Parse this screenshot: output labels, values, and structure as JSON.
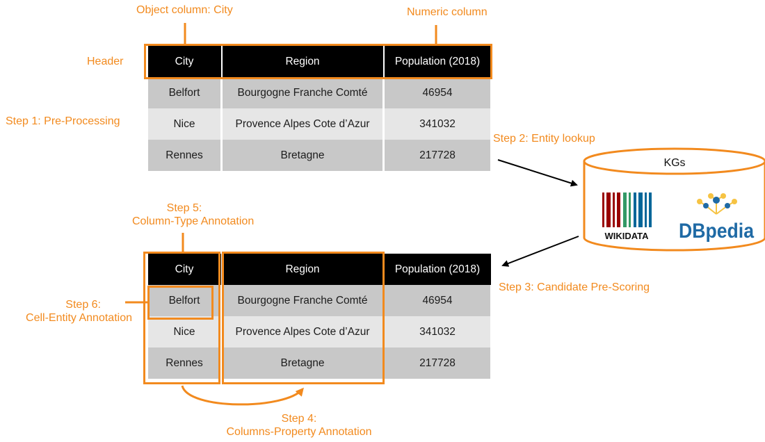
{
  "labels": {
    "object_column": "Object column: City",
    "numeric_column": "Numeric column",
    "header": "Header",
    "step1": "Step 1: Pre-Processing",
    "step2": "Step 2: Entity lookup",
    "step3": "Step 3: Candidate Pre-Scoring",
    "step4_line1": "Step 4:",
    "step4_line2": "Columns-Property Annotation",
    "step5_line1": "Step 5:",
    "step5_line2": "Column-Type Annotation",
    "step6_line1": "Step 6:",
    "step6_line2": "Cell-Entity Annotation"
  },
  "table": {
    "headers": [
      "City",
      "Region",
      "Population (2018)"
    ],
    "rows": [
      [
        "Belfort",
        "Bourgogne Franche Comté",
        "46954"
      ],
      [
        "Nice",
        "Provence Alpes Cote d’Azur",
        "341032"
      ],
      [
        "Rennes",
        "Bretagne",
        "217728"
      ]
    ]
  },
  "kg": {
    "title": "KGs",
    "wikidata_label": "WIKIDATA",
    "dbpedia_label": "DBpedia"
  },
  "colors": {
    "accent": "#f28a1e",
    "header_bg": "#000000",
    "row_dark": "#c8c8c8",
    "row_light": "#e6e6e6",
    "wikidata_red": "#990000",
    "wikidata_green": "#339966",
    "wikidata_blue": "#006699",
    "dbpedia_blue": "#1f6aa5",
    "dbpedia_gold": "#f6c343"
  }
}
